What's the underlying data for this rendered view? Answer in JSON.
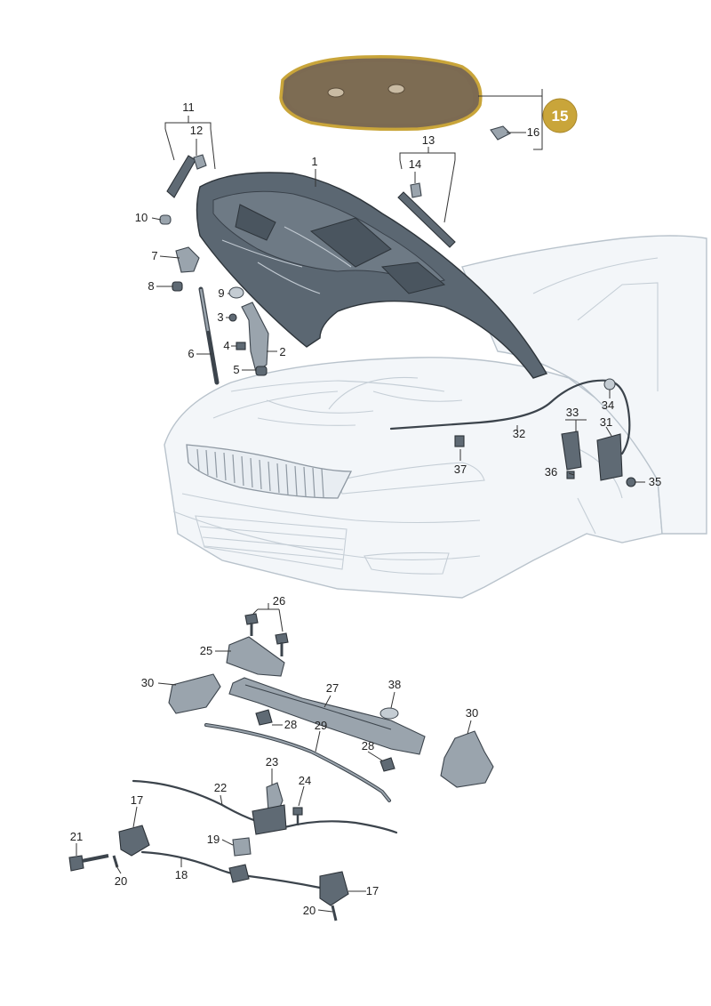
{
  "highlight_color": "#c9a53a",
  "highlight_part": "15",
  "callouts": {
    "p1": "1",
    "p2": "2",
    "p3": "3",
    "p4": "4",
    "p5": "5",
    "p6": "6",
    "p7": "7",
    "p8": "8",
    "p9": "9",
    "p10": "10",
    "p11": "11",
    "p12": "12",
    "p13": "13",
    "p14": "14",
    "p15": "15",
    "p16": "16",
    "p17a": "17",
    "p17b": "17",
    "p18": "18",
    "p19": "19",
    "p20a": "20",
    "p20b": "20",
    "p21": "21",
    "p22": "22",
    "p23": "23",
    "p24": "24",
    "p25": "25",
    "p26": "26",
    "p27": "27",
    "p28a": "28",
    "p28b": "28",
    "p29": "29",
    "p30a": "30",
    "p30b": "30",
    "p31": "31",
    "p32": "32",
    "p33": "33",
    "p34": "34",
    "p35": "35",
    "p36": "36",
    "p37": "37",
    "p38": "38"
  }
}
